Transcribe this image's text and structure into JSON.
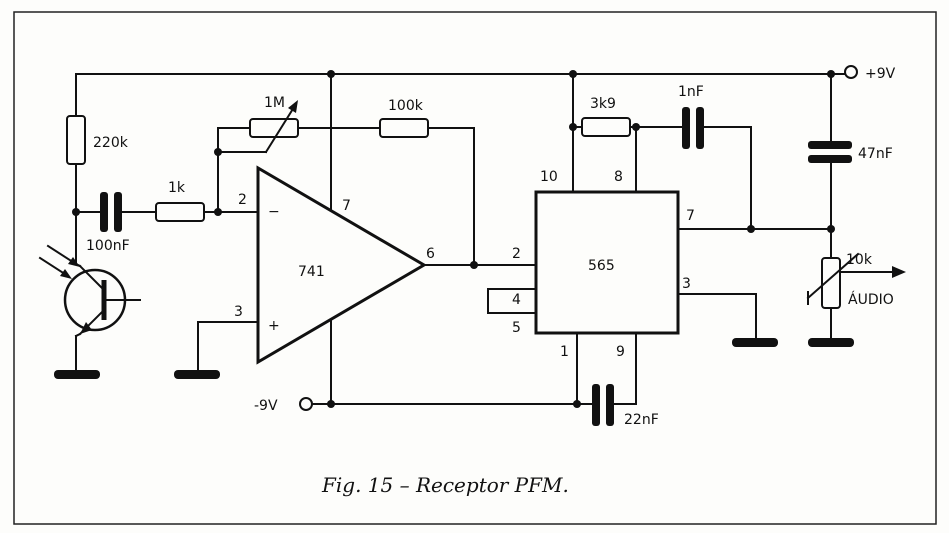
{
  "caption": "Fig. 15 – Receptor PFM.",
  "supply": {
    "positive": "+9V",
    "negative": "-9V"
  },
  "components": {
    "r220k": "220k",
    "c100nf": "100nF",
    "r1k": "1k",
    "pot1m": "1M",
    "r100k": "100k",
    "opamp": "741",
    "opamp_inv": "−",
    "opamp_noninv": "+",
    "ic565": "565",
    "r3k9": "3k9",
    "c1nf": "1nF",
    "c47nf": "47nF",
    "c22nf": "22nF",
    "pot10k": "10k",
    "audio": "ÁUDIO"
  },
  "pins": {
    "op_2": "2",
    "op_3": "3",
    "op_7": "7",
    "op_6": "6",
    "ic_10": "10",
    "ic_8": "8",
    "ic_7": "7",
    "ic_2": "2",
    "ic_4": "4",
    "ic_5": "5",
    "ic_3": "3",
    "ic_1": "1",
    "ic_9": "9"
  }
}
